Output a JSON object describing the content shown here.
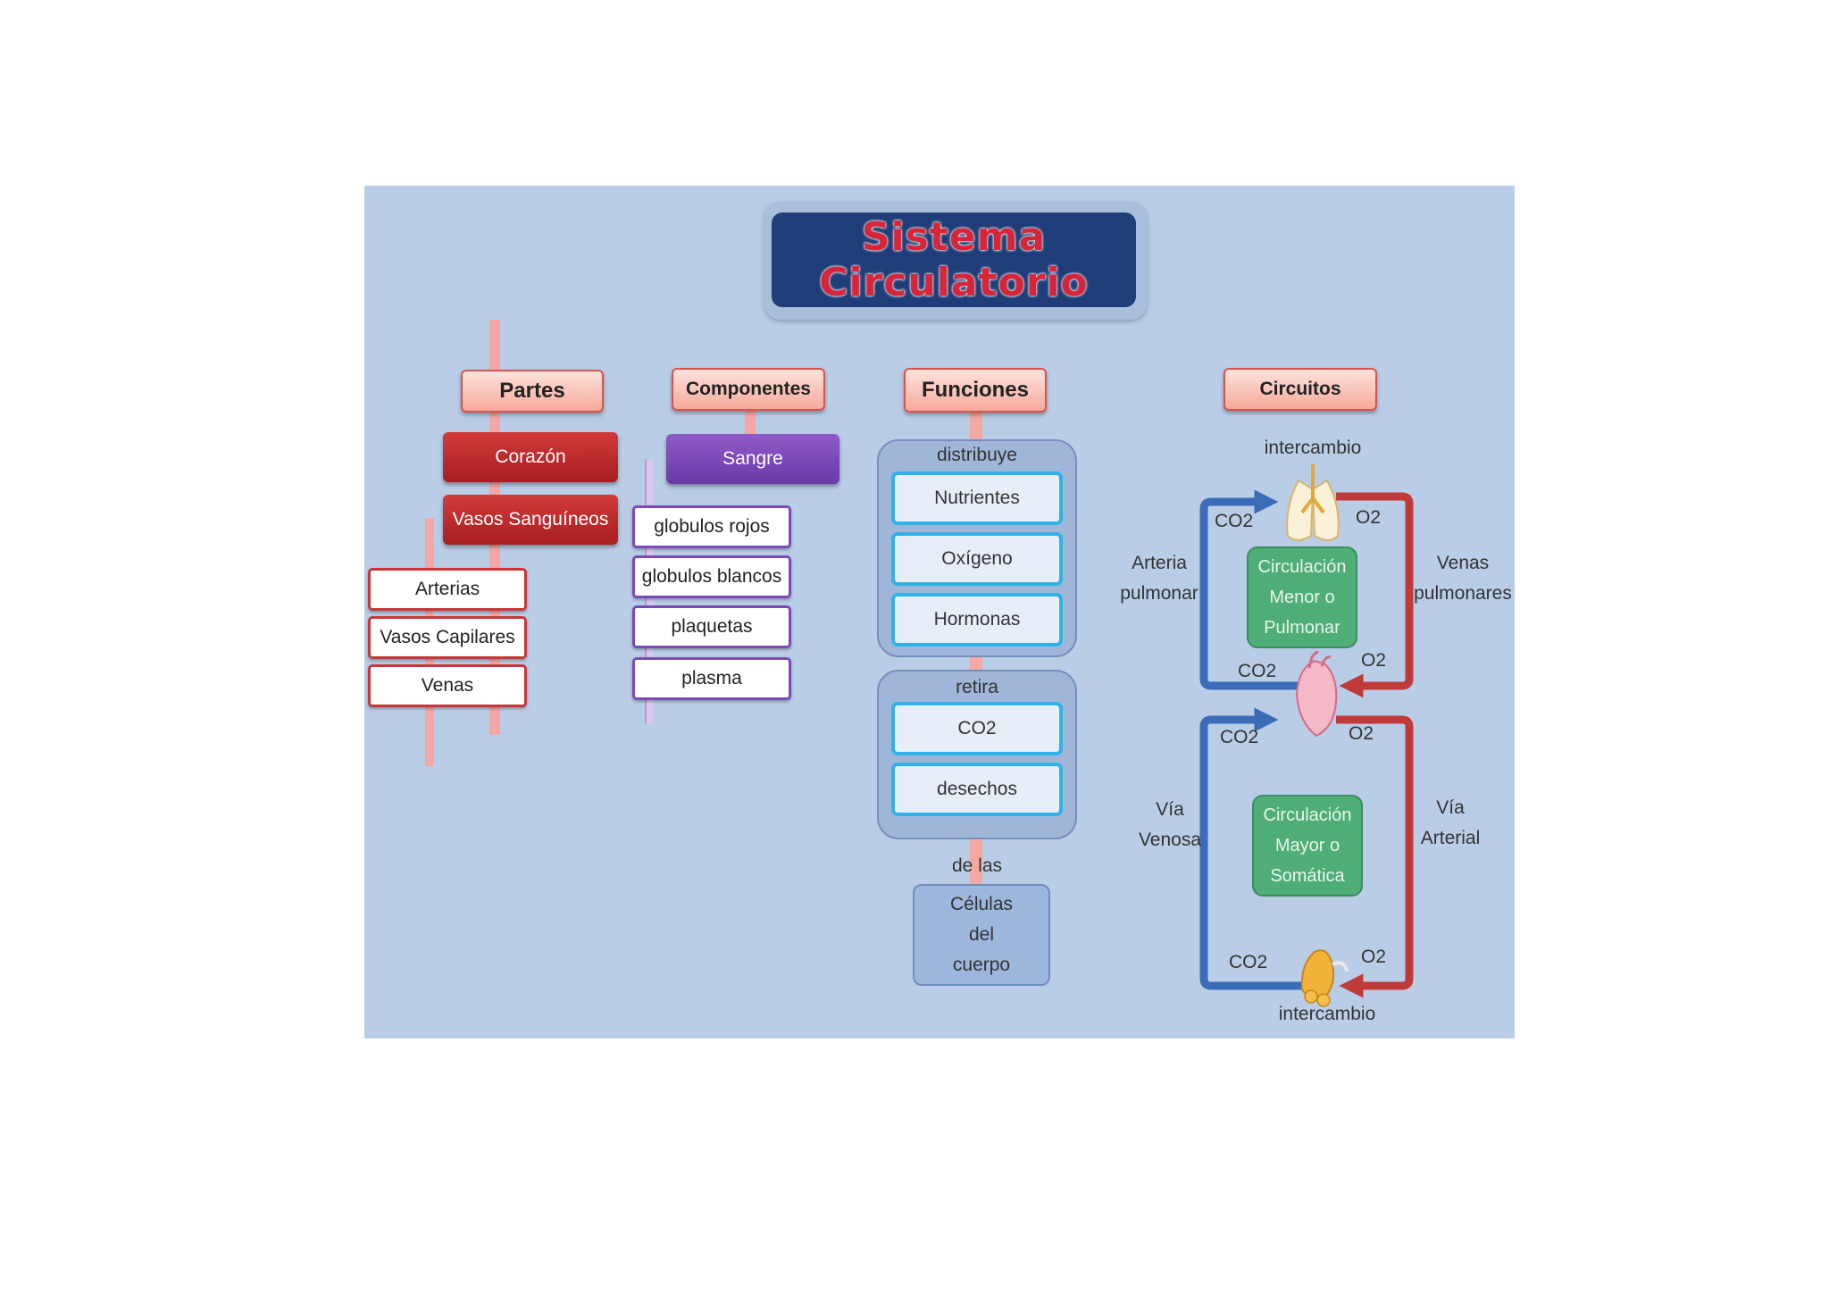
{
  "title": "Sistema Circulatorio",
  "partes": {
    "header": "Partes",
    "corazon": "Corazón",
    "vasos": "Vasos Sanguíneos",
    "items": [
      "Arterias",
      "Vasos Capilares",
      "Venas"
    ]
  },
  "componentes": {
    "header": "Componentes",
    "sangre": "Sangre",
    "items": [
      "globulos rojos",
      "globulos blancos",
      "plaquetas",
      "plasma"
    ]
  },
  "funciones": {
    "header": "Funciones",
    "distribuye_label": "distribuye",
    "distribuye_items": [
      "Nutrientes",
      "Oxígeno",
      "Hormonas"
    ],
    "retira_label": "retira",
    "retira_items": [
      "CO2",
      "desechos"
    ],
    "de_las_label": "de las",
    "celulas": [
      "Células",
      "del",
      "cuerpo"
    ]
  },
  "circuitos": {
    "header": "Circuitos",
    "intercambio_top": "intercambio",
    "intercambio_bottom": "intercambio",
    "menor": [
      "Circulación",
      "Menor o",
      "Pulmonar"
    ],
    "mayor": [
      "Circulación",
      "Mayor o",
      "Somática"
    ],
    "arteria_pulmonar": [
      "Arteria",
      "pulmonar"
    ],
    "venas_pulmonares": [
      "Venas",
      "pulmonares"
    ],
    "via_venosa": [
      "Vía",
      "Venosa"
    ],
    "via_arterial": [
      "Vía",
      "Arterial"
    ],
    "co2": "CO2",
    "o2": "O2",
    "colors": {
      "blue": "#3a6cb8",
      "red": "#c03a3a"
    },
    "icons": [
      "lungs-icon",
      "heart-icon",
      "organ-icon"
    ]
  }
}
